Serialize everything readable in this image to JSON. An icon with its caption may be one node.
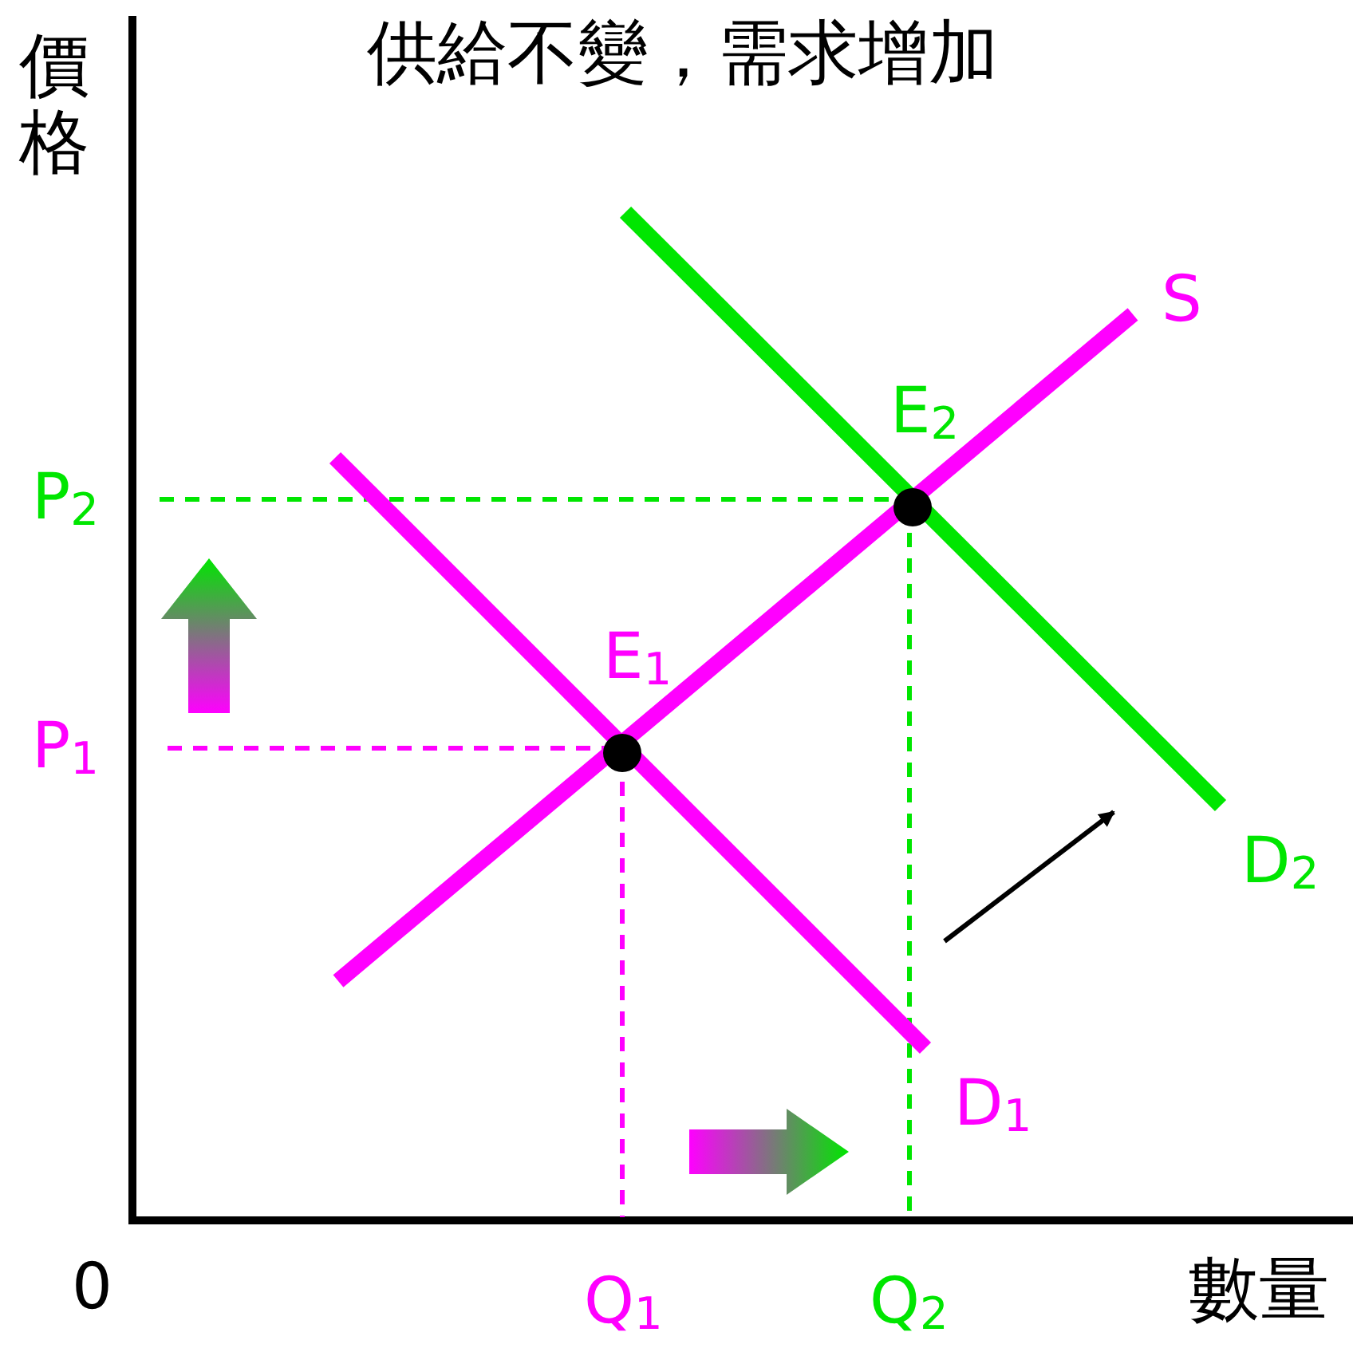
{
  "diagram": {
    "title": "供給不變，需求增加",
    "labels": [
      "價格",
      "S",
      "E$_{2}$",
      "P$_{2}$",
      "E$_{1}$",
      "P$_{1}$",
      "D$_{2}$",
      "D$_{1}$",
      "0",
      "Q$_{1}$",
      "Q$_{2}$",
      "數量"
    ]
  }
}
